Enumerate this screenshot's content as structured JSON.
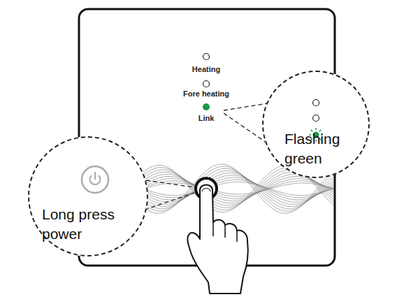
{
  "diagram": {
    "nodes": [
      {
        "text": [
          "Flashing green"
        ]
      },
      {
        "text": [
          "Long press power"
        ]
      }
    ],
    "labels": [
      "Heating",
      "Fore heating",
      "Link"
    ]
  }
}
